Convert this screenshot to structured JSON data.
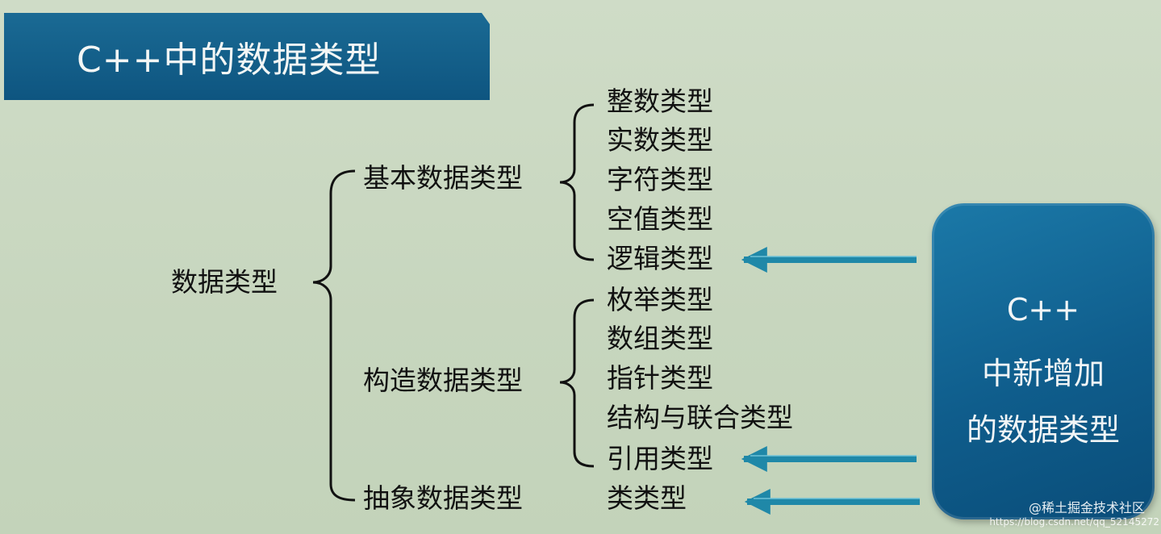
{
  "title": "C++中的数据类型",
  "root": "数据类型",
  "categories": [
    {
      "label": "基本数据类型",
      "items": [
        "整数类型",
        "实数类型",
        "字符类型",
        "空值类型",
        "逻辑类型"
      ]
    },
    {
      "label": "构造数据类型",
      "items": [
        "枚举类型",
        "数组类型",
        "指针类型",
        "结构与联合类型",
        "引用类型"
      ]
    },
    {
      "label": "抽象数据类型",
      "items": [
        "类类型"
      ]
    }
  ],
  "callout": {
    "line1": "C++",
    "line2": "中新增加",
    "line3": "的数据类型"
  },
  "watermark": {
    "text": "@稀土掘金技术社区",
    "url": "https://blog.csdn.net/qq_52145272"
  },
  "colors": {
    "banner": "#0e5580",
    "callout": "#0f5d8c",
    "arrow": "#1f88a8",
    "background": "#c9d8c0"
  }
}
